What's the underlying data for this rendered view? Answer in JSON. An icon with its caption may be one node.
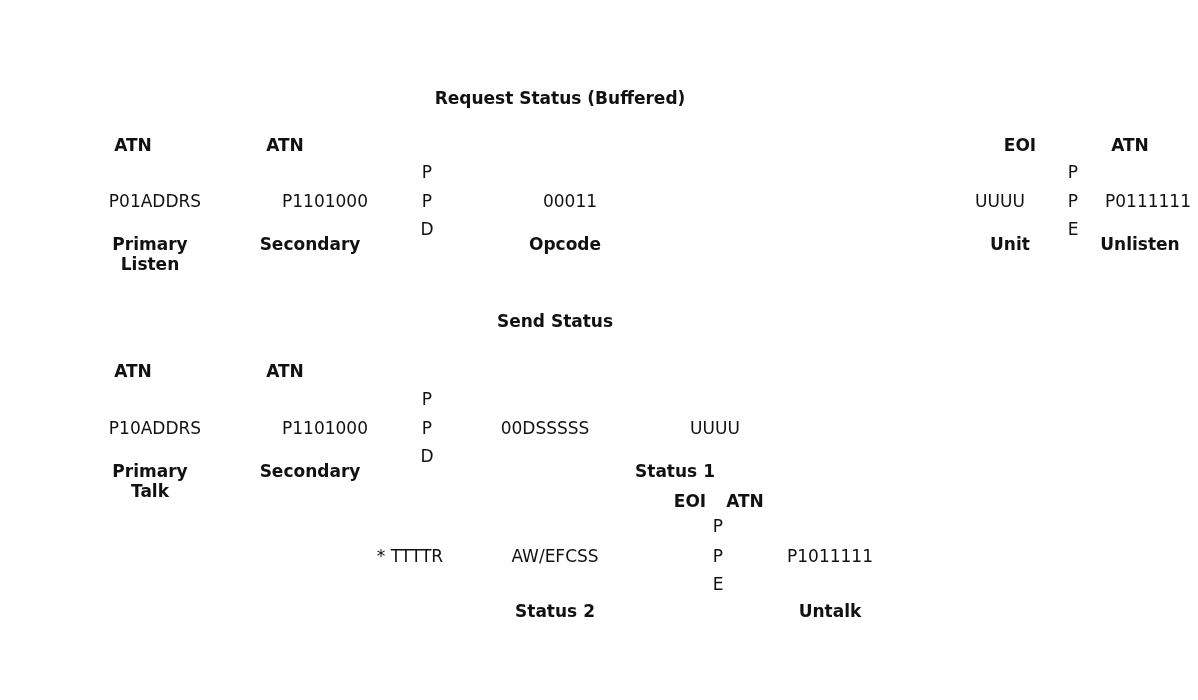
{
  "diagram": {
    "labels": [
      "Request Status (Buffered)",
      "ATN",
      "ATN",
      "EOI",
      "ATN",
      "P",
      "P",
      "P01ADDRS",
      "P1101000",
      "P",
      "00011",
      "UUUU",
      "P",
      "P0111111",
      "D",
      "E",
      "Primary Listen",
      "Secondary",
      "Opcode",
      "Unit",
      "Unlisten",
      "Send Status",
      "ATN",
      "ATN",
      "P",
      "P10ADDRS",
      "P1101000",
      "P",
      "00DSSSSS",
      "UUUU",
      "D",
      "Primary Talk",
      "Secondary",
      "Status 1",
      "EOI",
      "ATN",
      "P",
      "* TTTTR",
      "AW/EFCSS",
      "P",
      "P1011111",
      "E",
      "Status 2",
      "Untalk"
    ]
  }
}
